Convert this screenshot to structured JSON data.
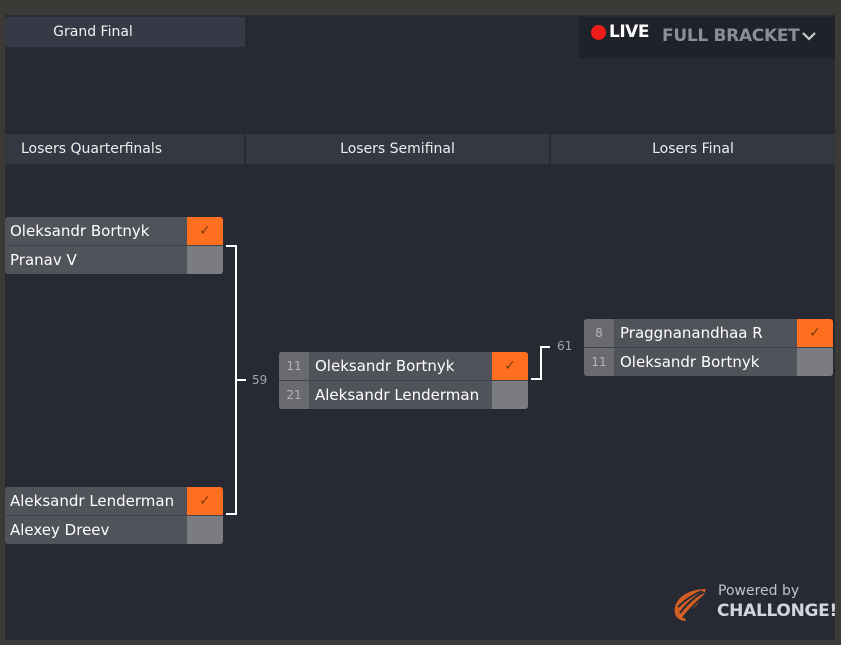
{
  "header": {
    "grand_final_tab": "Grand Final",
    "live_label": "LIVE",
    "full_bracket_label": "FULL BRACKET",
    "live_color": "#ef1c1c",
    "accent_color": "#ff6f1f"
  },
  "rounds": [
    {
      "label": "Losers Quarterfinals"
    },
    {
      "label": "Losers Semifinal"
    },
    {
      "label": "Losers Final"
    }
  ],
  "matches": {
    "qf_top": {
      "players": [
        {
          "name": "Oleksandr Bortnyk",
          "score": "✓",
          "winner": true
        },
        {
          "name": "Pranav V",
          "score": "",
          "winner": false
        }
      ]
    },
    "qf_bottom": {
      "players": [
        {
          "name": "Aleksandr Lenderman",
          "score": "✓",
          "winner": true
        },
        {
          "name": "Alexey Dreev",
          "score": "",
          "winner": false
        }
      ]
    },
    "semifinal": {
      "match_number": "59",
      "players": [
        {
          "seed": "11",
          "name": "Oleksandr Bortnyk",
          "score": "✓",
          "winner": true
        },
        {
          "seed": "21",
          "name": "Aleksandr Lenderman",
          "score": "",
          "winner": false
        }
      ]
    },
    "final": {
      "match_number": "61",
      "players": [
        {
          "seed": "8",
          "name": "Praggnanandhaa R",
          "score": "✓",
          "winner": true
        },
        {
          "seed": "11",
          "name": "Oleksandr Bortnyk",
          "score": "",
          "winner": false
        }
      ]
    }
  },
  "footer": {
    "powered_by": "Powered by",
    "brand": "CHALLONGE!"
  }
}
